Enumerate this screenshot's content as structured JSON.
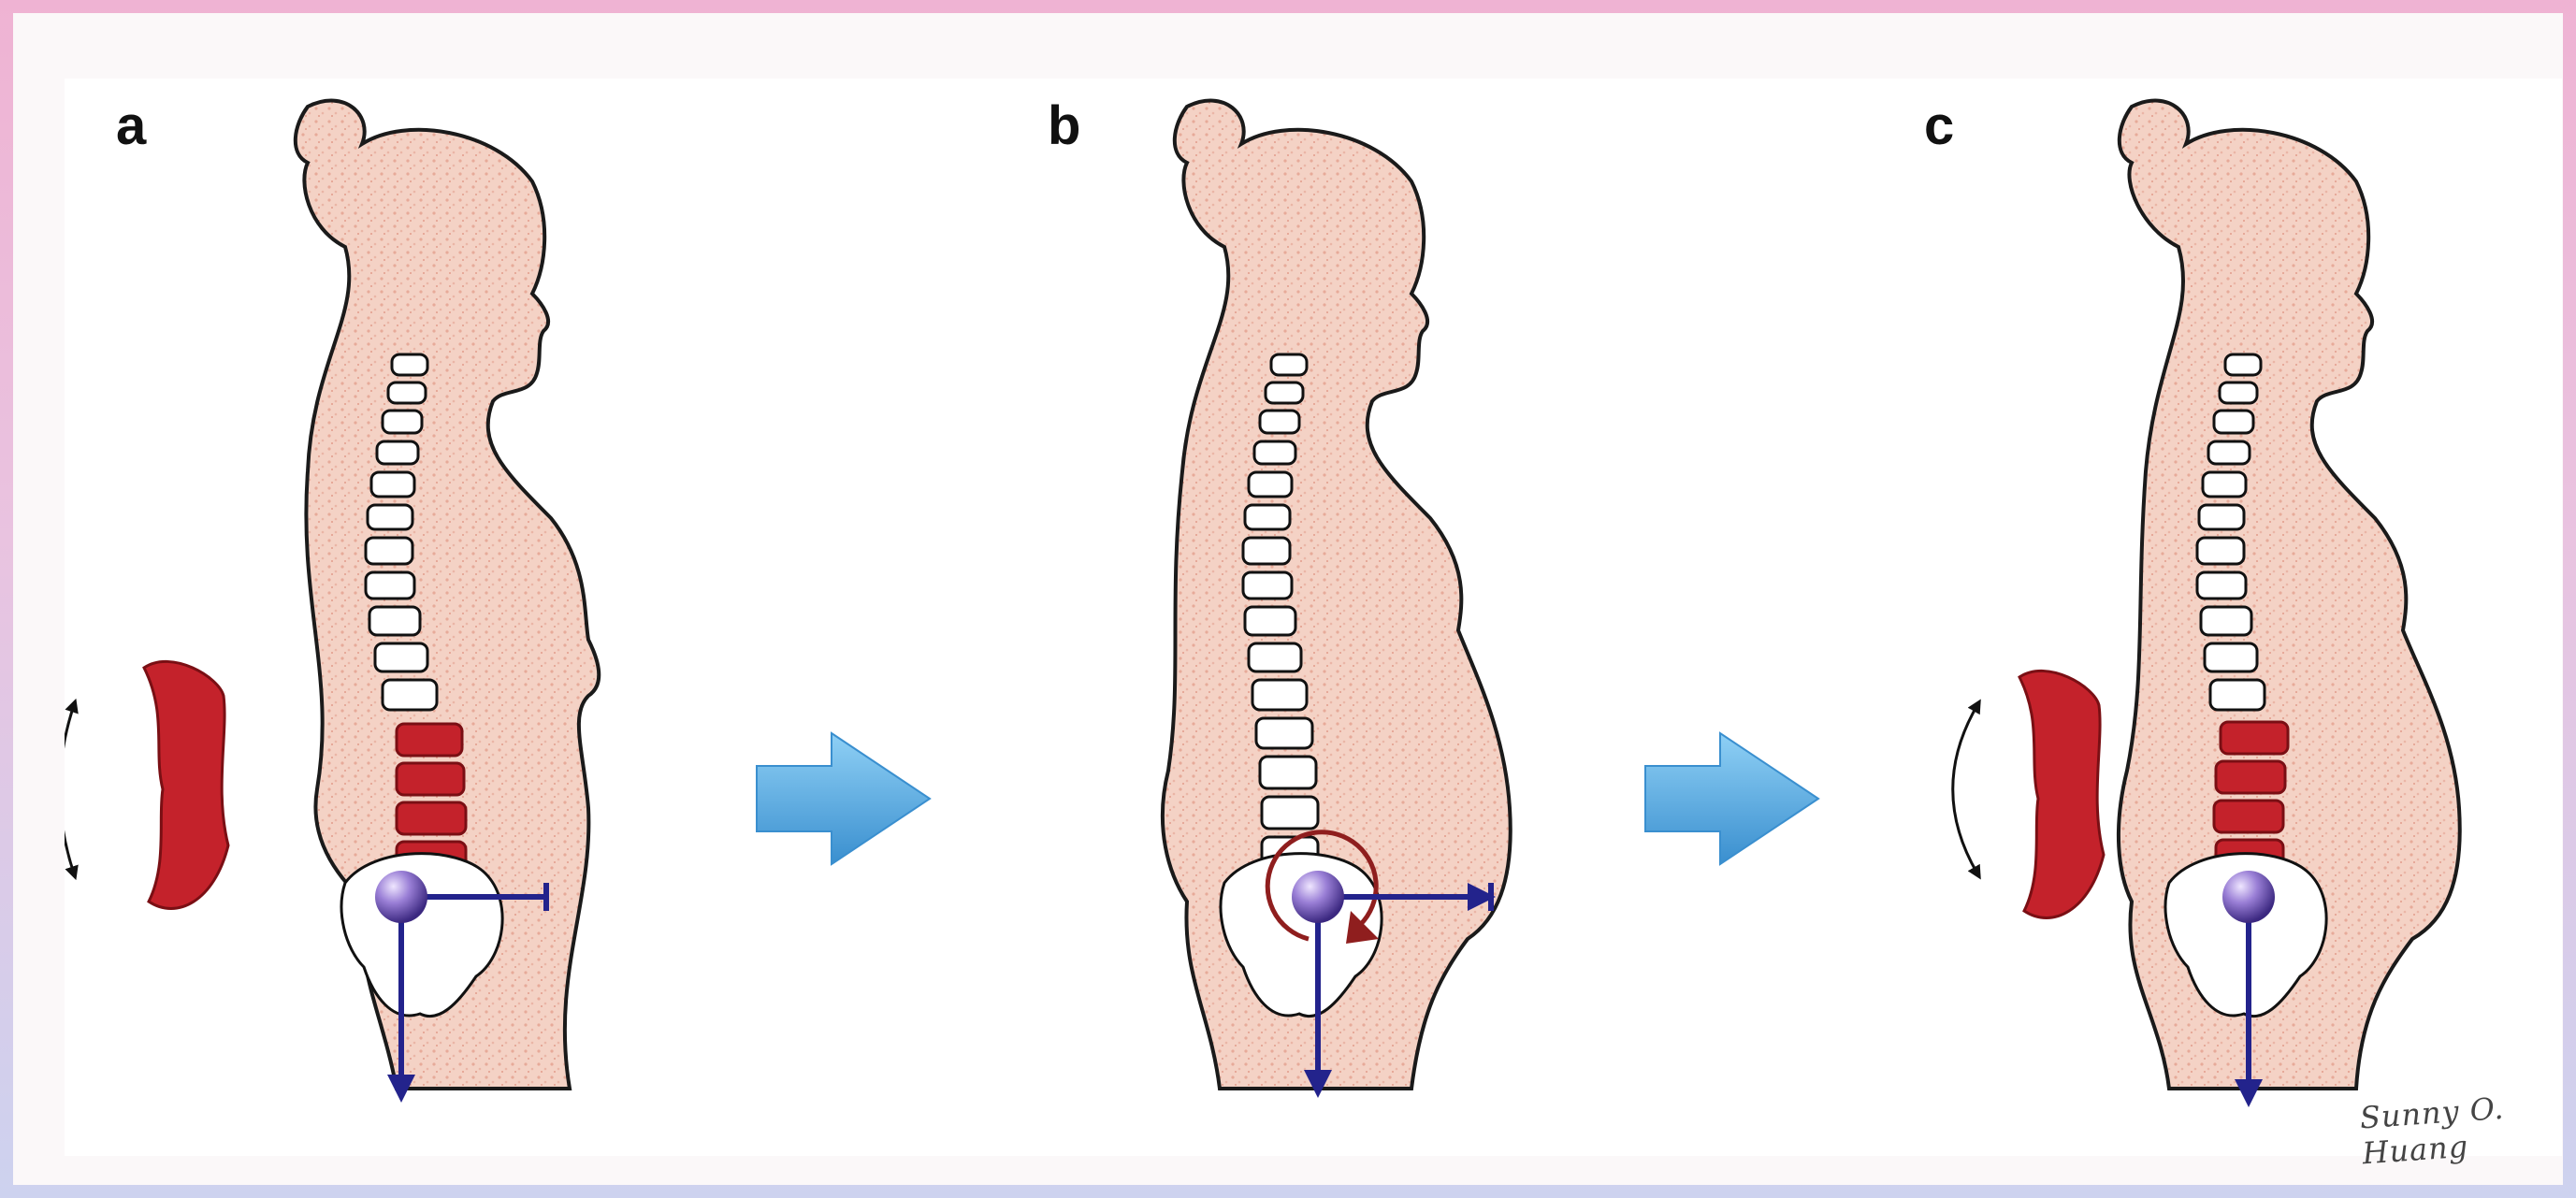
{
  "panels": [
    {
      "id": "a",
      "label": "a"
    },
    {
      "id": "b",
      "label": "b"
    },
    {
      "id": "c",
      "label": "c"
    }
  ],
  "signature": "Sunny O. Huang",
  "colors": {
    "body_fill": "#f3cfc2",
    "body_outline": "#1a1a1a",
    "spine_highlight": "#c4222b",
    "force_arrow": "#23238c",
    "center_of_mass": "#8b6bc7",
    "transition_arrow": "#5aa9dc",
    "torque_arrow": "#8f1e1e"
  }
}
